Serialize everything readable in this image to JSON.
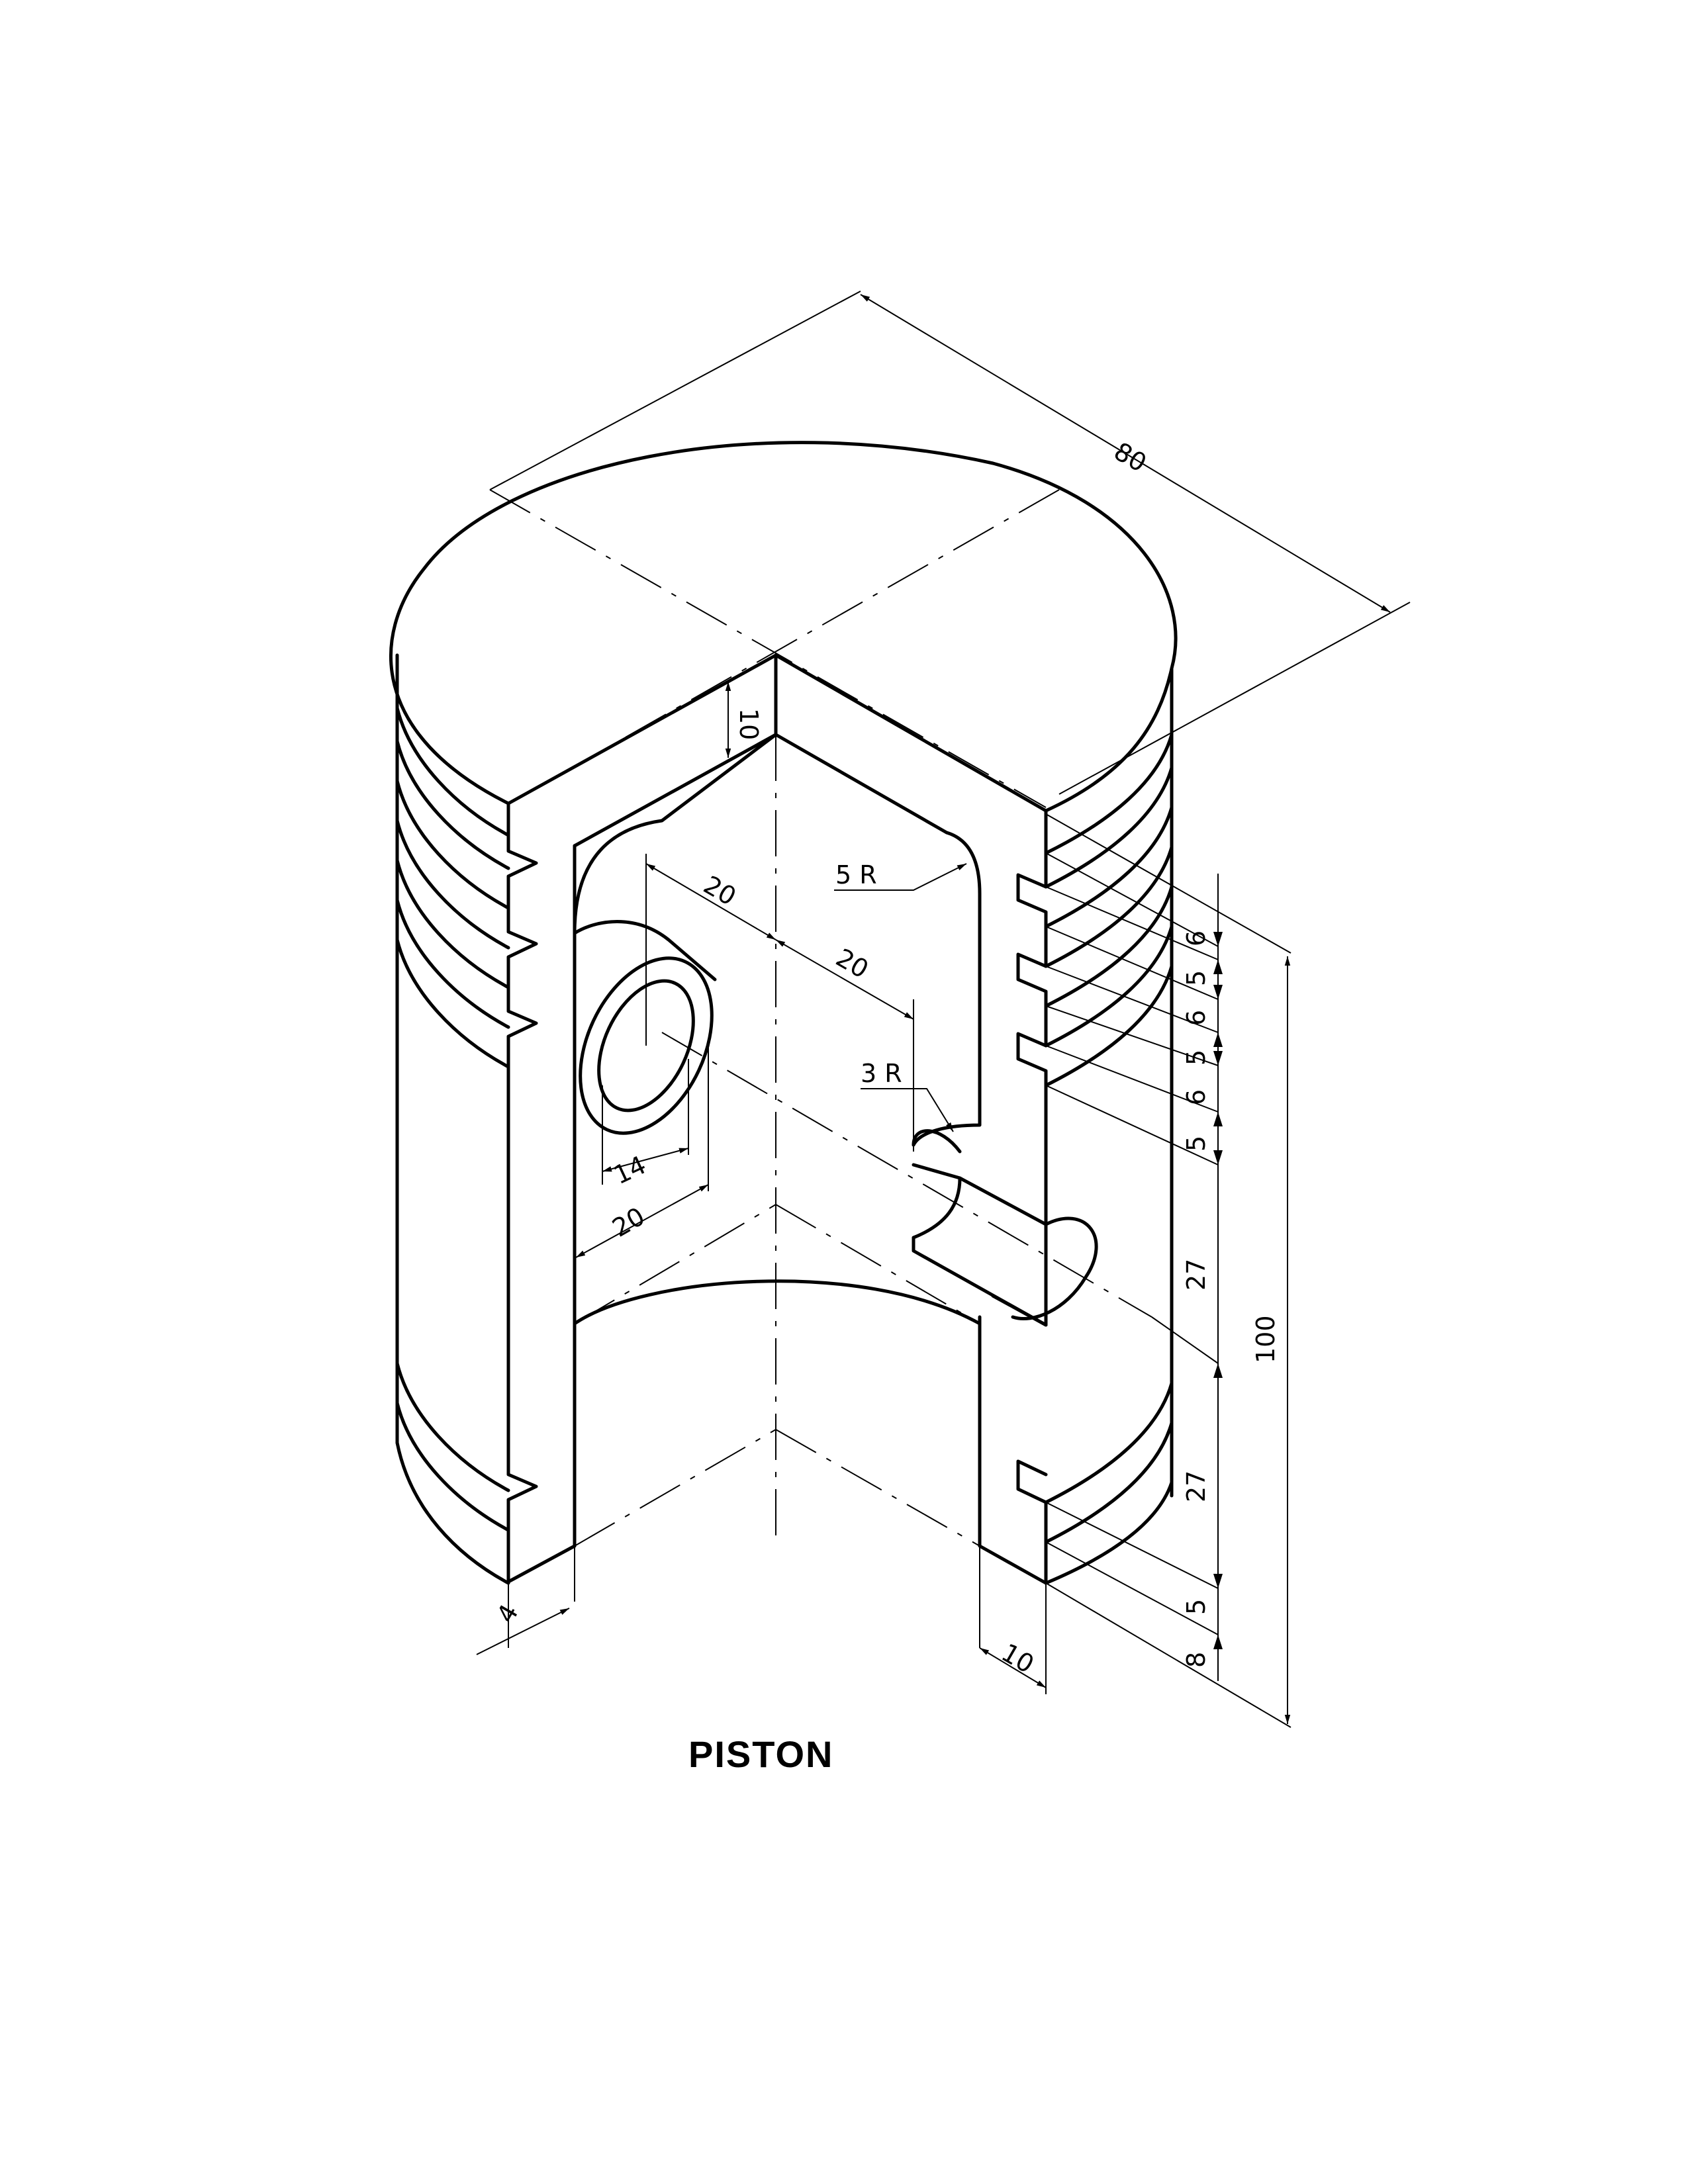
{
  "title": "PISTON",
  "dimensions": {
    "overall_diameter": "80",
    "crown_thickness": "10",
    "bore_radius": "5 R",
    "groove_radius": "3 R",
    "boss_offset_1": "20",
    "boss_offset_2": "20",
    "pin_hole_diameter": "14",
    "boss_diameter": "20",
    "ring_land_1": "6",
    "ring_groove_1": "5",
    "ring_land_2": "6",
    "ring_groove_2": "5",
    "ring_land_3": "6",
    "ring_groove_3": "5",
    "skirt_upper": "27",
    "skirt_lower": "27",
    "lower_groove": "5",
    "bottom_land": "8",
    "overall_height": "100",
    "wall_thickness_left": "4",
    "wall_thickness_right": "10"
  }
}
